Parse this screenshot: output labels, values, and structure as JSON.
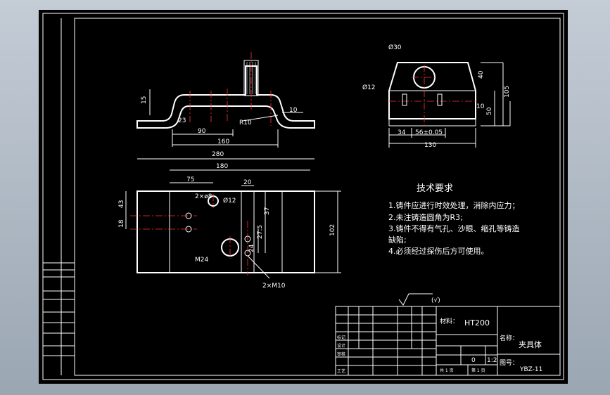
{
  "dimensions": {
    "front_view": [
      "15",
      "23",
      "90",
      "160",
      "R10",
      "10"
    ],
    "side_view": [
      "Ø30",
      "40",
      "105",
      "50",
      "10",
      "Ø12",
      "34",
      "56±0.05",
      "130"
    ],
    "plan_view": [
      "280",
      "180",
      "75",
      "20",
      "43",
      "18",
      "2×ø8",
      "Ø12",
      "37",
      "27.5",
      "24",
      "102",
      "M24",
      "2×M10"
    ]
  },
  "tech_requirements": {
    "title": "技术要求",
    "items": [
      "1.铸件应进行时效处理，消除内应力；",
      "2.未注铸造圆角为R3;",
      "3.铸件不得有气孔、沙眼、缩孔等铸造",
      "缺陷;",
      "4.必须经过探伤后方可使用。"
    ]
  },
  "surface_mark": "(√)",
  "title_block": {
    "material_label": "材料：",
    "material": "HT200",
    "name_label": "名称：",
    "name": "夹具体",
    "drawing_no_label": "图号：",
    "drawing_no": "YBZ-11",
    "count": "0",
    "scale": "1:2",
    "sheet_total": "共 1 页",
    "sheet_no": "第 1 页",
    "row_labels": [
      "标记",
      "设计",
      "审核",
      "工艺"
    ]
  }
}
